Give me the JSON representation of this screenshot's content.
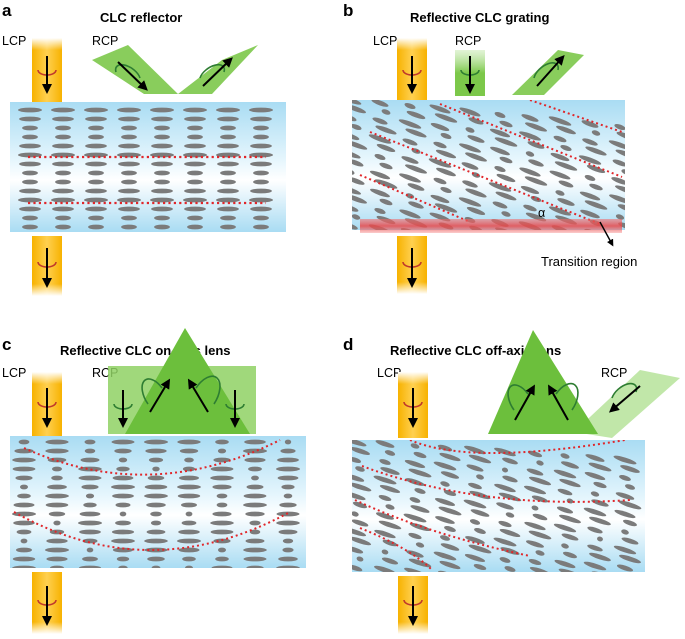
{
  "panels": [
    {
      "letter": "a",
      "title": "CLC reflector",
      "labels": [
        "LCP",
        "RCP"
      ]
    },
    {
      "letter": "b",
      "title": "Reflective CLC grating",
      "labels": [
        "LCP",
        "RCP"
      ],
      "angle_symbol": "α",
      "annotation": "Transition region"
    },
    {
      "letter": "c",
      "title": "Reflective CLC on-axis lens",
      "labels": [
        "LCP",
        "RCP"
      ]
    },
    {
      "letter": "d",
      "title": "Reflective CLC off-axis lens",
      "labels": [
        "LCP",
        "RCP"
      ]
    }
  ],
  "colors": {
    "lcp_beam": "#f5a000",
    "rcp_beam": "#7cc84a",
    "slab": "#bfe6f7",
    "molecule": "#7b7b7b",
    "dotted_line": "#e0262a",
    "transition": "#e8484a"
  },
  "icons": [
    "circular-polarization-arrow-icon",
    "propagation-arrow-icon"
  ]
}
